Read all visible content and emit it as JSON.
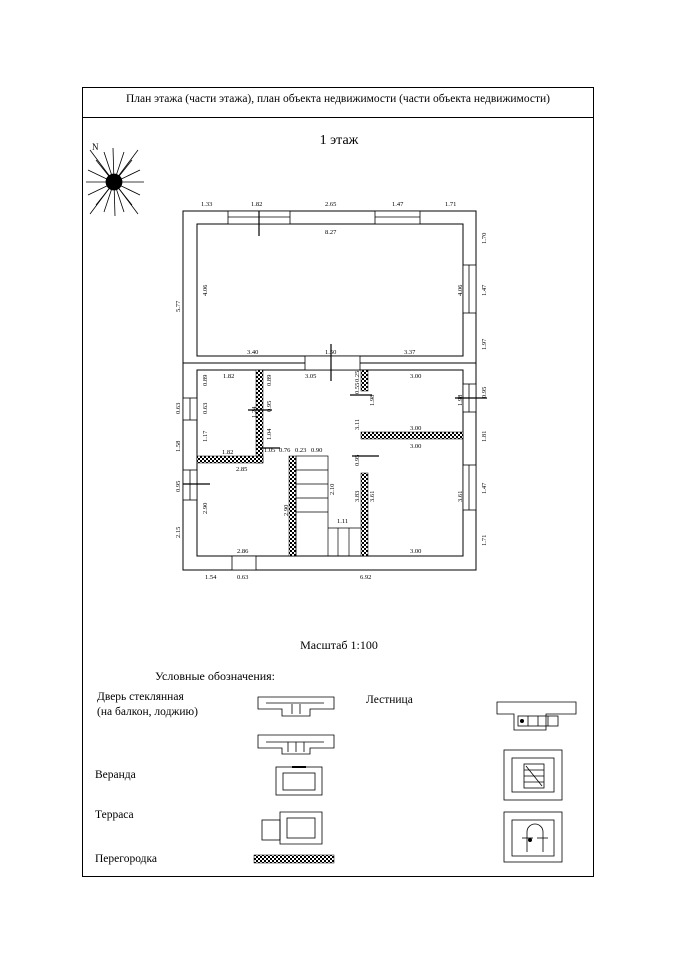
{
  "header": {
    "title": "План этажа (части этажа), план объекта недвижимости (части объекта недвижимости)"
  },
  "floor": {
    "title": "1 этаж"
  },
  "scale": {
    "label": "Масштаб 1:100"
  },
  "legend": {
    "title": "Условные обозначения:",
    "glass_door_line1": "Дверь стеклянная",
    "glass_door_line2": "(на балкон, лоджию)",
    "stairs": "Лестница",
    "veranda": "Веранда",
    "terrace": "Терраса",
    "partition": "Перегородка"
  },
  "dims": {
    "top1": "1.33",
    "top2": "1.82",
    "top3": "2.65",
    "top4": "1.47",
    "top5": "1.71",
    "upper_width": "8.27",
    "upper_height": "4.06",
    "upper_height_r": "4.06",
    "left_total": "5.77",
    "right1": "1.70",
    "right2": "1.47",
    "right3": "1.97",
    "upper_bottom1": "3.40",
    "upper_bottom2": "1.50",
    "upper_bottom3": "3.37",
    "low_top1": "1.82",
    "low_top2": "3.05",
    "low_top3": "3.00",
    "low_top4": "0.25",
    "left_a": "0.89",
    "left_b": "0.63",
    "left_c": "0.63",
    "left_d": "1.17",
    "left_e": "1.58",
    "left_f": "0.95",
    "left_g": "2.90",
    "left_h": "2.15",
    "mid_a": "0.89",
    "mid_b": "1.24",
    "mid_c": "1.04",
    "mid_d": "0.95",
    "mid_e": "0.55",
    "mid_f": "1.98",
    "mid_g": "3.11",
    "mid_h": "0.95",
    "right_a": "1.98",
    "right_b": "0.95",
    "right_c": "1.81",
    "right_d": "1.47",
    "right_e": "1.71",
    "room_r1": "3.00",
    "room_r2": "3.00",
    "room_r3": "3.61",
    "room_r4": "3.61",
    "l_hall": "1.82",
    "l_hall2": "2.85",
    "c1": "1.05",
    "c2": "0.76",
    "c3": "0.23",
    "c4": "0.90",
    "stair_v": "2.10",
    "stair_h": "1.11",
    "corr_v": "2.90",
    "bot_room": "3.00",
    "mid_v": "3.83",
    "bottom1": "2.86",
    "bottom_total1": "1.54",
    "bottom_total2": "0.63",
    "bottom_total3": "6.92"
  }
}
